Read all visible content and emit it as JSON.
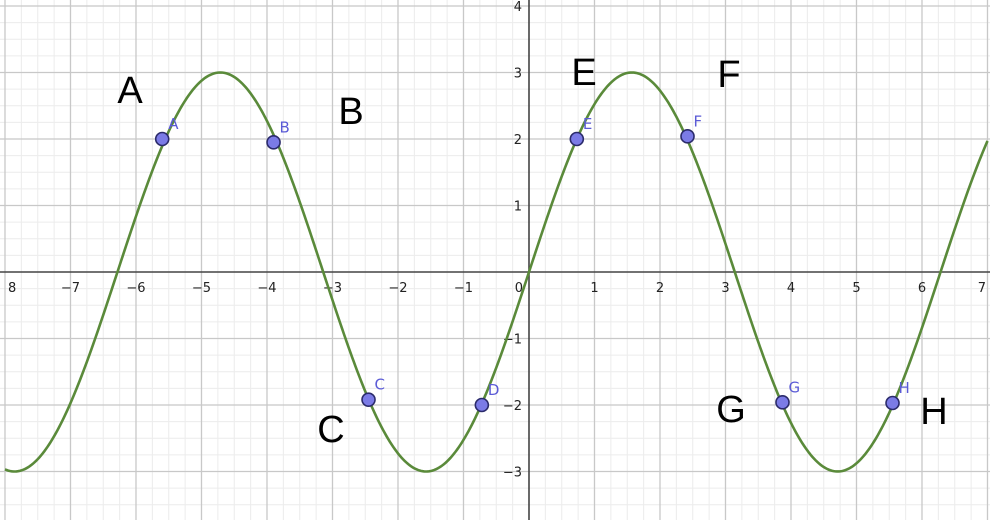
{
  "chart_data": {
    "type": "line",
    "function": "y = 3 sin(x)",
    "xlim": [
      -8,
      7
    ],
    "ylim": [
      -3.5,
      4
    ],
    "x_ticks": [
      "8",
      "−7",
      "−6",
      "−5",
      "−4",
      "−3",
      "−2",
      "−1",
      "0",
      "1",
      "2",
      "3",
      "4",
      "5",
      "6",
      "7"
    ],
    "y_ticks": [
      "4",
      "3",
      "2",
      "1",
      "−1",
      "−2",
      "−3"
    ],
    "grid": true,
    "colors": {
      "curve": "#5a8a3a",
      "point_fill": "#7b7be6",
      "point_stroke": "#2b2b6b",
      "point_label": "#5b5bd6",
      "axis": "#444444",
      "major_grid": "#c8c8c8",
      "minor_grid": "#ececec"
    },
    "points": [
      {
        "name": "A",
        "x": -5.6,
        "y": 2.0
      },
      {
        "name": "B",
        "x": -3.9,
        "y": 1.95
      },
      {
        "name": "C",
        "x": -2.45,
        "y": -1.92
      },
      {
        "name": "D",
        "x": -0.72,
        "y": -2.0
      },
      {
        "name": "E",
        "x": 0.73,
        "y": 2.0
      },
      {
        "name": "F",
        "x": 2.42,
        "y": 2.04
      },
      {
        "name": "G",
        "x": 3.87,
        "y": -1.96
      },
      {
        "name": "H",
        "x": 5.55,
        "y": -1.97
      }
    ],
    "annotations": [
      "A",
      "B",
      "C",
      "E",
      "F",
      "G",
      "H"
    ]
  }
}
